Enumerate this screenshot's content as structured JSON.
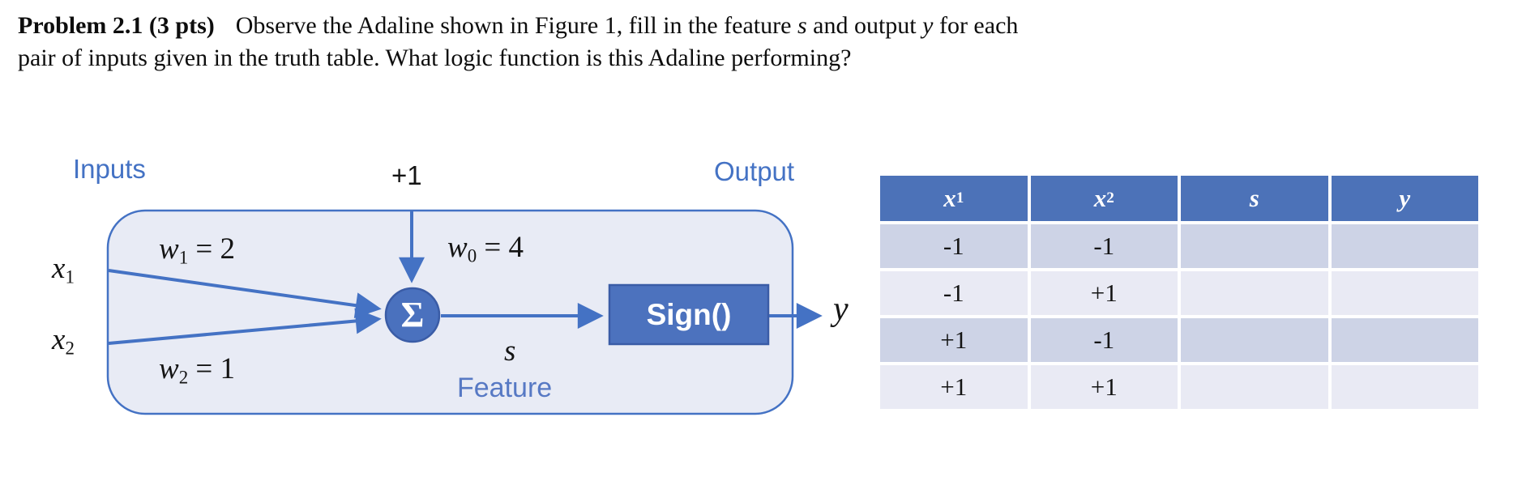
{
  "problem": {
    "title_bold": "Problem 2.1 (3 pts)",
    "line1_part1": "Observe the Adaline shown in Figure 1, fill in the feature ",
    "line1_math1": "s",
    "line1_part2": " and output ",
    "line1_math2": "y",
    "line1_part3": " for each",
    "line2": "pair of inputs given in the truth table. What logic function is this Adaline performing?"
  },
  "diagram": {
    "inputs_label": "Inputs",
    "output_label": "Output",
    "feature_label": "Feature",
    "bias_label": "+1",
    "x1_base": "x",
    "x1_sub": "1",
    "x2_base": "x",
    "x2_sub": "2",
    "w1_base": "w",
    "w1_sub": "1",
    "w1_eq": " = 2",
    "w2_base": "w",
    "w2_sub": "2",
    "w2_eq": " = 1",
    "w0_base": "w",
    "w0_sub": "0",
    "w0_eq": " = 4",
    "sum_symbol": "Σ",
    "sign_label": "Sign()",
    "s_label": "s",
    "y_label": "y"
  },
  "table": {
    "headers": [
      {
        "base": "x",
        "sub": "1"
      },
      {
        "base": "x",
        "sub": "2"
      },
      {
        "base": "s",
        "sub": ""
      },
      {
        "base": "y",
        "sub": ""
      }
    ],
    "rows": [
      [
        "-1",
        "-1",
        "",
        ""
      ],
      [
        "-1",
        "+1",
        "",
        ""
      ],
      [
        "+1",
        "-1",
        "",
        ""
      ],
      [
        "+1",
        "+1",
        "",
        ""
      ]
    ]
  },
  "colors": {
    "accent_blue": "#4472C4",
    "node_fill": "#4A71BE",
    "node_stroke": "#3A5CA6",
    "diagram_box_fill": "#E8EBF5",
    "table_header_blue": "#4C72B8",
    "row_dark": "#CDD3E6",
    "row_light": "#E9EAF4",
    "label_blue": "#4472C4"
  }
}
